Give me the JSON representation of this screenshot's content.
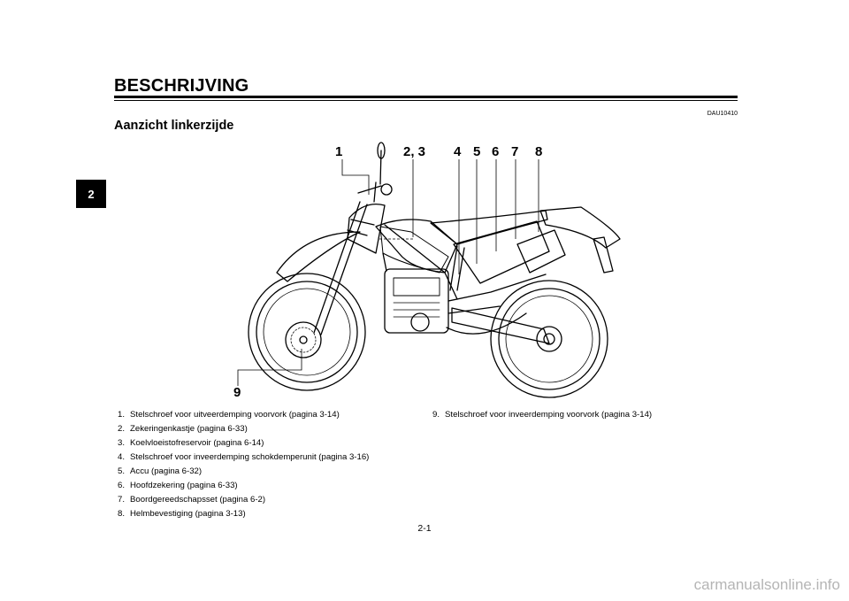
{
  "chapter_tab": "2",
  "header": {
    "title": "BESCHRIJVING",
    "code": "DAU10410",
    "subtitle": "Aanzicht linkerzijde"
  },
  "illustration": {
    "callouts": [
      "1",
      "2, 3",
      "4",
      "5",
      "6",
      "7",
      "8",
      "9"
    ]
  },
  "legend_left": [
    {
      "num": "1.",
      "text": "Stelschroef voor uitveerdemping voorvork (pagina 3-14)"
    },
    {
      "num": "2.",
      "text": "Zekeringenkastje (pagina 6-33)"
    },
    {
      "num": "3.",
      "text": "Koelvloeistofreservoir (pagina 6-14)"
    },
    {
      "num": "4.",
      "text": "Stelschroef voor inveerdemping schokdemperunit (pagina 3-16)"
    },
    {
      "num": "5.",
      "text": "Accu (pagina 6-32)"
    },
    {
      "num": "6.",
      "text": "Hoofdzekering (pagina 6-33)"
    },
    {
      "num": "7.",
      "text": "Boordgereedschapsset (pagina 6-2)"
    },
    {
      "num": "8.",
      "text": "Helmbevestiging (pagina 3-13)"
    }
  ],
  "legend_right": [
    {
      "num": "9.",
      "text": "Stelschroef voor inveerdemping voorvork (pagina 3-14)"
    }
  ],
  "page_number": "2-1",
  "watermark": "carmanualsonline.info"
}
